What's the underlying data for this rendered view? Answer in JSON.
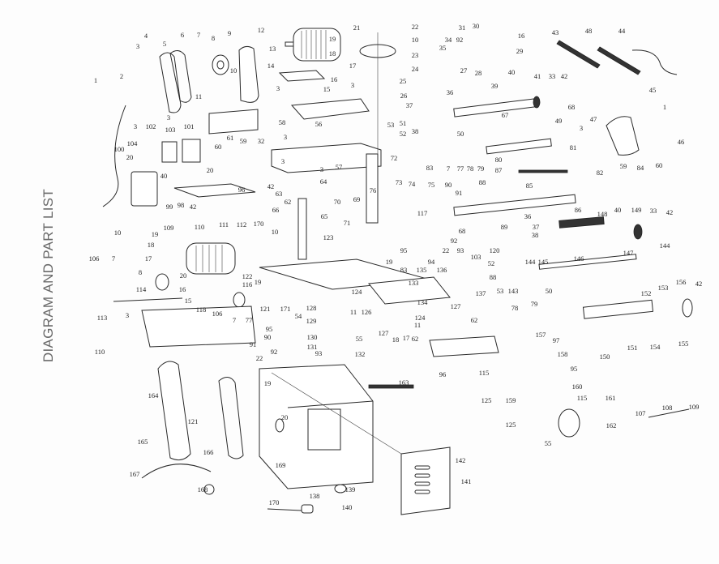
{
  "title": "DIAGRAM AND PART LIST",
  "parts": [
    "1",
    "2",
    "3",
    "4",
    "5",
    "6",
    "7",
    "8",
    "9",
    "10",
    "11",
    "3",
    "3",
    "102",
    "103",
    "101",
    "104",
    "20",
    "100",
    "61",
    "60",
    "59",
    "32",
    "20",
    "40",
    "99",
    "98",
    "42",
    "10",
    "96",
    "42",
    "63",
    "62",
    "64",
    "70",
    "69",
    "76",
    "65",
    "66",
    "71",
    "72",
    "73",
    "3",
    "57",
    "3",
    "56",
    "3",
    "53",
    "58",
    "3",
    "15",
    "16",
    "14",
    "13",
    "12",
    "19",
    "18",
    "17",
    "21",
    "22",
    "10",
    "23",
    "24",
    "25",
    "26",
    "3",
    "37",
    "36",
    "38",
    "39",
    "51",
    "52",
    "31",
    "30",
    "16",
    "34",
    "92",
    "35",
    "29",
    "27",
    "28",
    "43",
    "48",
    "44",
    "40",
    "41",
    "33",
    "42",
    "68",
    "67",
    "49",
    "45",
    "1",
    "47",
    "3",
    "46",
    "50",
    "83",
    "7",
    "77",
    "78",
    "79",
    "80",
    "81",
    "82",
    "87",
    "59",
    "84",
    "60",
    "88",
    "85",
    "86",
    "89",
    "90",
    "91",
    "117",
    "74",
    "75",
    "68",
    "36",
    "37",
    "38",
    "148",
    "40",
    "149",
    "33",
    "42",
    "92",
    "22",
    "93",
    "94",
    "95",
    "144",
    "147",
    "146",
    "144",
    "145",
    "120",
    "103",
    "52",
    "136",
    "88",
    "53",
    "143",
    "137",
    "135",
    "19",
    "83",
    "133",
    "134",
    "127",
    "124",
    "62",
    "11",
    "18",
    "17",
    "62",
    "152",
    "153",
    "156",
    "42",
    "50",
    "79",
    "78",
    "151",
    "150",
    "154",
    "155",
    "157",
    "97",
    "158",
    "95",
    "160",
    "115",
    "115",
    "125",
    "159",
    "125",
    "161",
    "162",
    "55",
    "107",
    "108",
    "109",
    "96",
    "163",
    "142",
    "141",
    "110",
    "111",
    "112",
    "109",
    "19",
    "18",
    "17",
    "106",
    "7",
    "8",
    "20",
    "114",
    "16",
    "15",
    "118",
    "113",
    "3",
    "106",
    "110",
    "7",
    "77",
    "122",
    "116",
    "170",
    "10",
    "123",
    "19",
    "121",
    "171",
    "54",
    "128",
    "129",
    "130",
    "131",
    "55",
    "132",
    "126",
    "127",
    "124",
    "11",
    "95",
    "90",
    "91",
    "92",
    "93",
    "22",
    "164",
    "165",
    "121",
    "166",
    "19",
    "20",
    "169",
    "167",
    "168",
    "139",
    "138",
    "170",
    "140"
  ]
}
